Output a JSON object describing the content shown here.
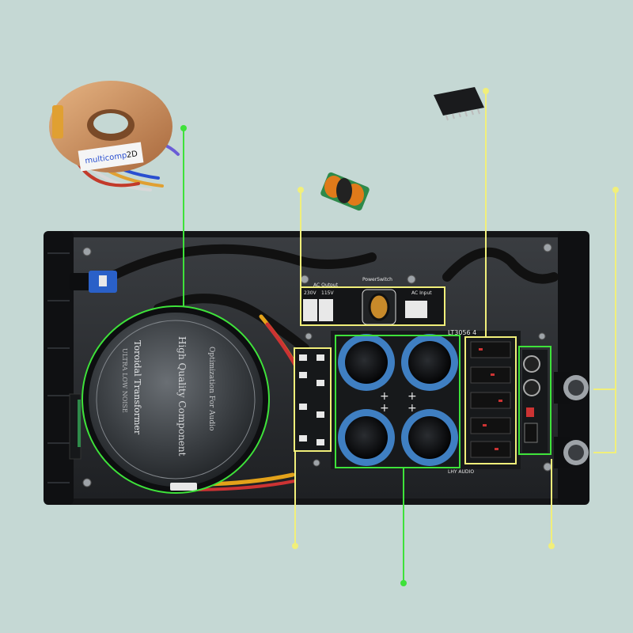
{
  "colors": {
    "background": "#c5d8d4",
    "chassis": "#1b1d20",
    "chassis_panel": "#2b2e31",
    "callout_green": "#3ee23a",
    "callout_yellow": "#f1ef7a",
    "capacitor_blue": "#3f7fc2",
    "transformer_copper": "#c98a5a",
    "pcb_dark": "#16181a"
  },
  "transformer": {
    "line1": "High Quality Component",
    "line2": "Optimization For Audio",
    "line3": "Toroidal Transformer",
    "line4": "ULTRA LOW NOISE"
  },
  "toroid_label": {
    "brand": "multicomp",
    "code": "2D"
  },
  "board_labels": {
    "ac_output": "AC Output",
    "power_switch": "PowerSwitch",
    "ac_input": "AC Input",
    "v230": "230V",
    "v115": "115V",
    "model": "LT3056 4",
    "brand": "LHY AUDIO"
  },
  "icons": [
    "toroidal-transformer-icon",
    "ic-chip-icon",
    "common-mode-choke-icon"
  ]
}
